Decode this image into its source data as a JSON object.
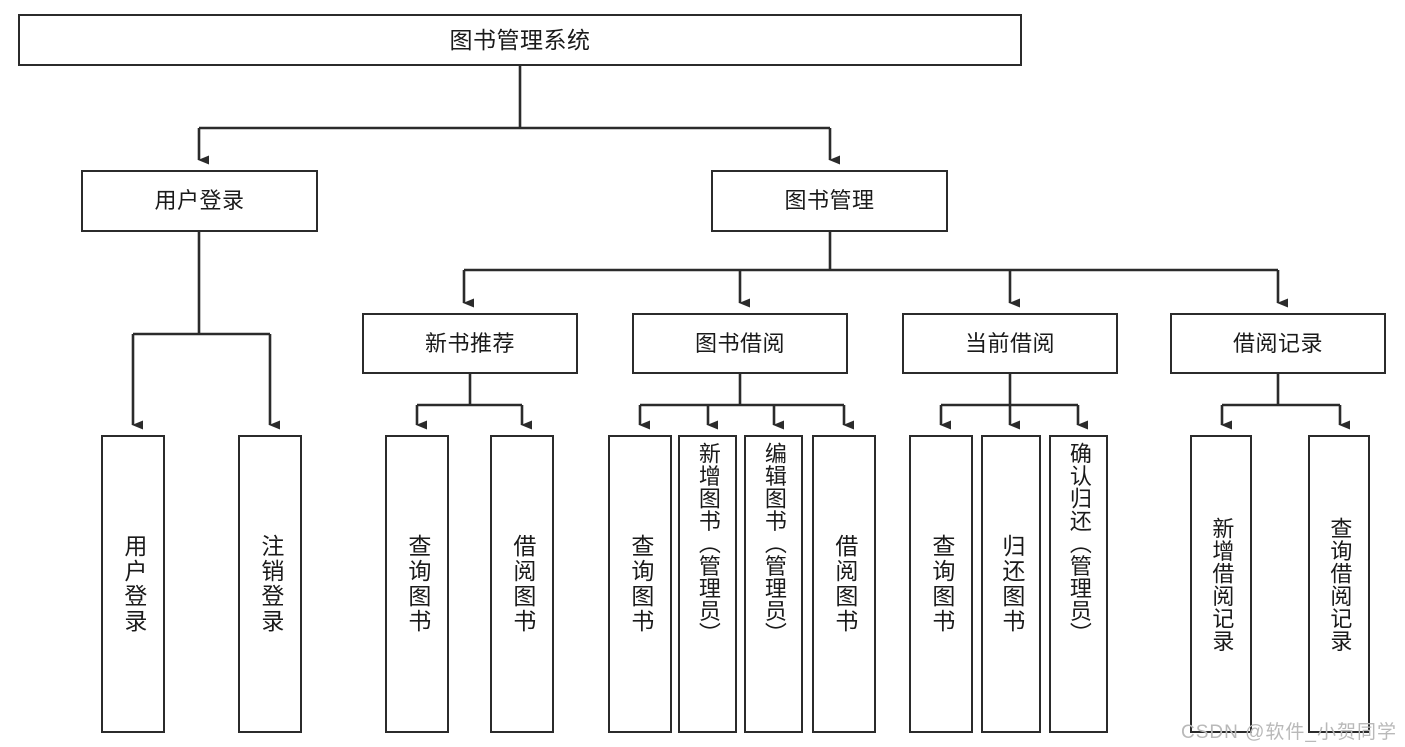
{
  "diagram": {
    "title": "图书管理系统",
    "type": "tree-hierarchy",
    "watermark": "CSDN @软件_小贺同学",
    "accent_color": "#2b2b2b",
    "background_color": "#ffffff",
    "nodes": {
      "root": {
        "label": "图书管理系统"
      },
      "level2": [
        {
          "label": "用户登录"
        },
        {
          "label": "图书管理"
        }
      ],
      "level3": [
        {
          "label": "新书推荐"
        },
        {
          "label": "图书借阅"
        },
        {
          "label": "当前借阅"
        },
        {
          "label": "借阅记录"
        }
      ],
      "leaves": {
        "user_login": [
          {
            "label": "用户登录"
          },
          {
            "label": "注销登录"
          }
        ],
        "new_book_recommend": [
          {
            "label": "查询图书"
          },
          {
            "label": "借阅图书"
          }
        ],
        "book_borrow": [
          {
            "label": "查询图书"
          },
          {
            "label": "新增图书（管理员）"
          },
          {
            "label": "编辑图书（管理员）"
          },
          {
            "label": "借阅图书"
          }
        ],
        "current_borrow": [
          {
            "label": "查询图书"
          },
          {
            "label": "归还图书"
          },
          {
            "label": "确认归还（管理员）"
          }
        ],
        "borrow_record": [
          {
            "label": "新增借阅记录"
          },
          {
            "label": "查询借阅记录"
          }
        ]
      }
    }
  }
}
